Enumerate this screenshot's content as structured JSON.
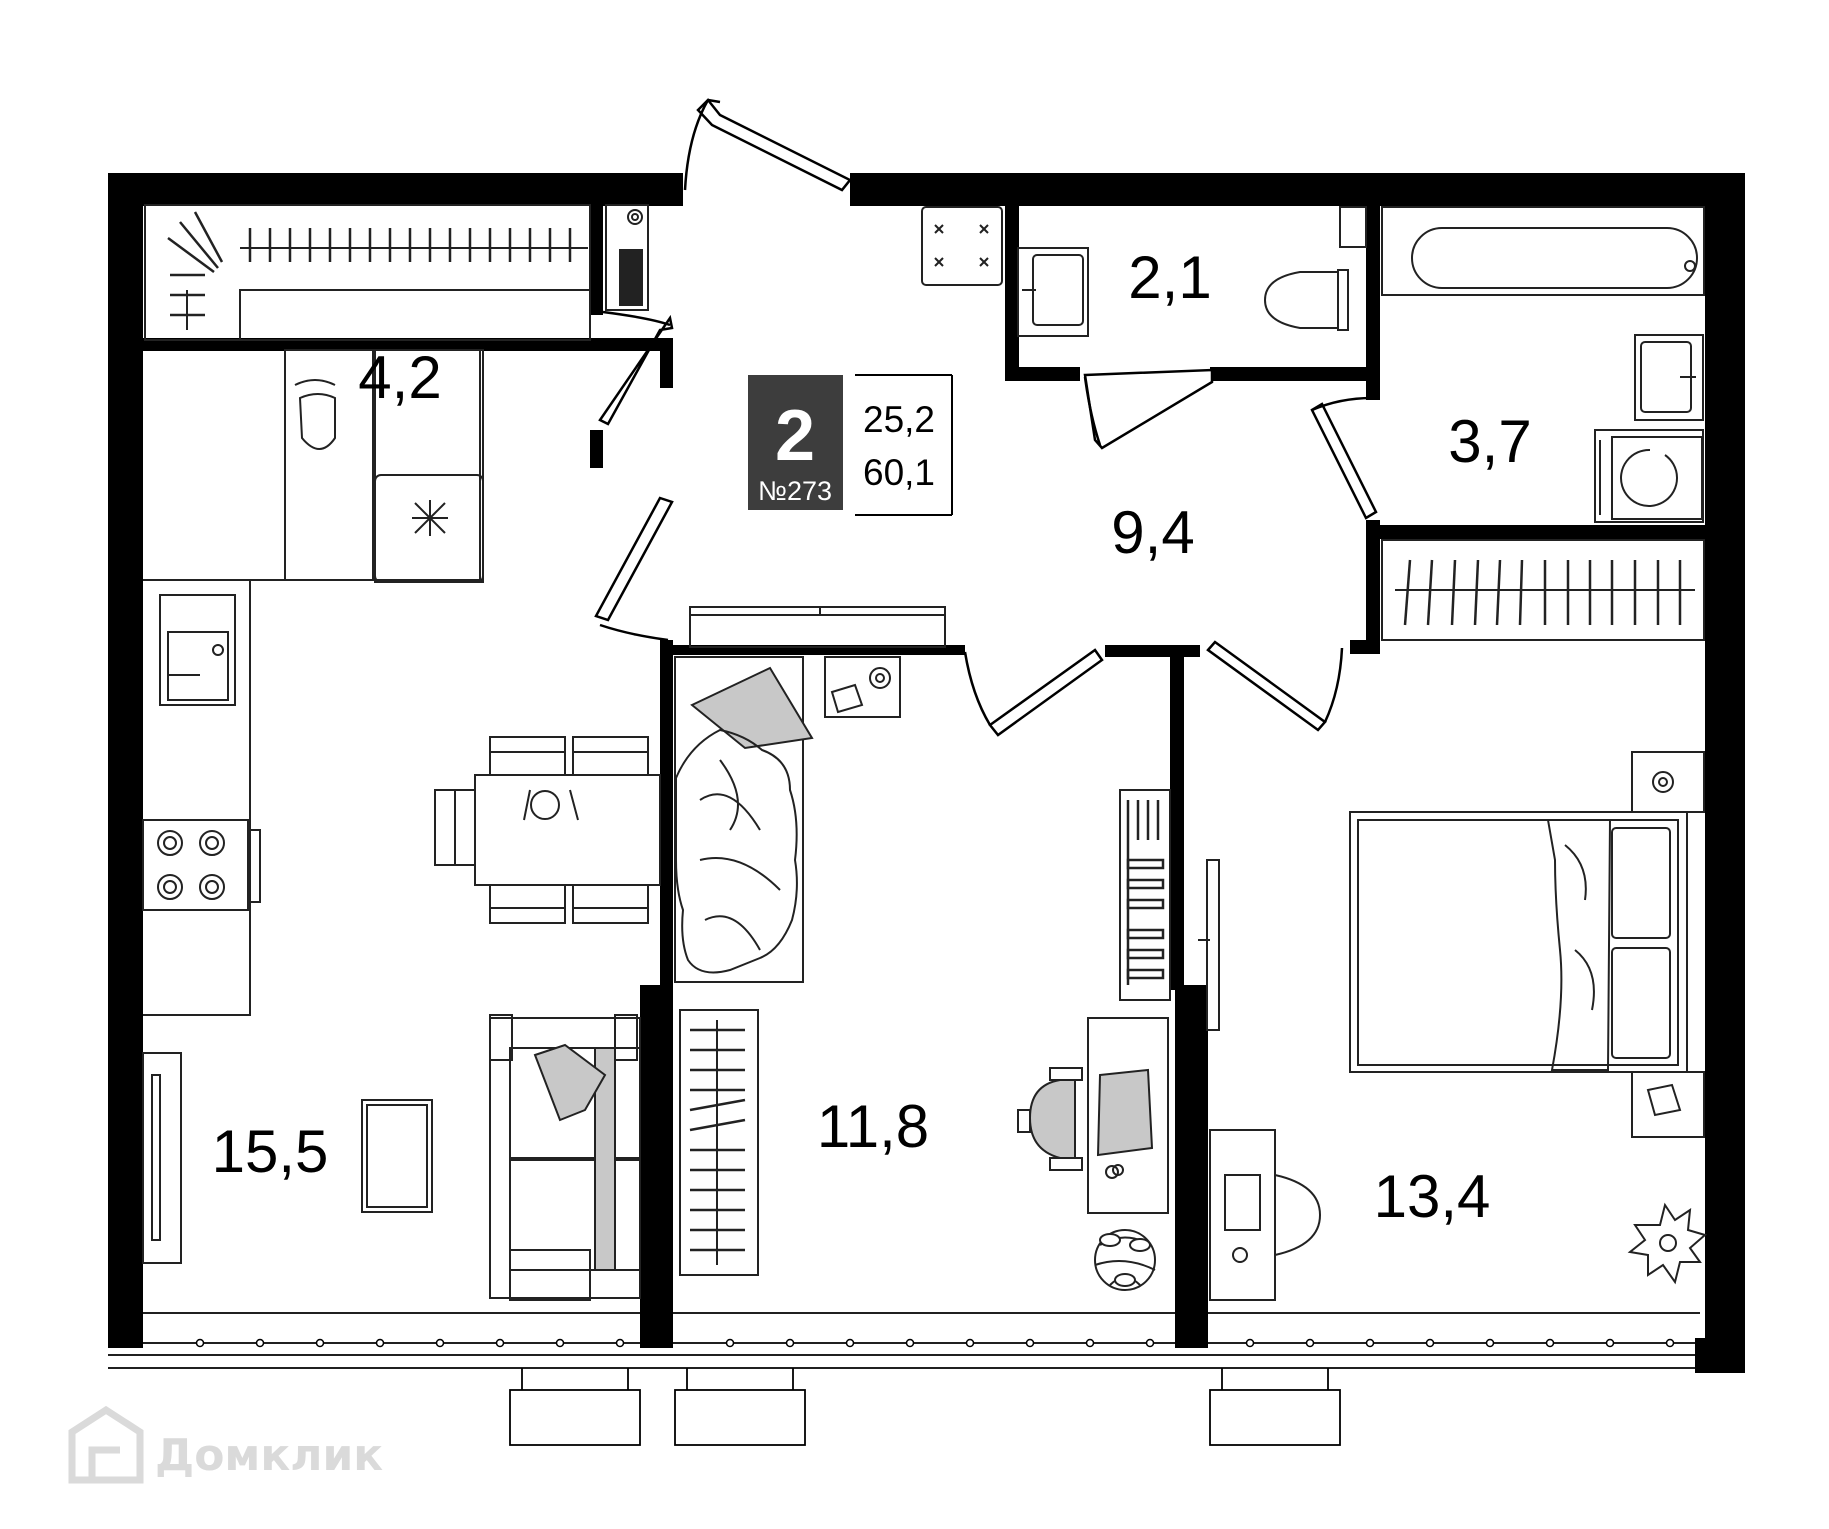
{
  "apartment": {
    "rooms_count": "2",
    "number": "№273",
    "living_area": "25,2",
    "total_area": "60,1"
  },
  "rooms": {
    "storage": "4,2",
    "wc": "2,1",
    "bathroom": "3,7",
    "hall": "9,4",
    "kitchen_living": "15,5",
    "bedroom_small": "11,8",
    "bedroom_main": "13,4"
  },
  "watermark": "Домклик",
  "colors": {
    "wall": "#000000",
    "badge": "#3d3d3d",
    "furniture_fill": "#c8c8c8",
    "line": "#222222",
    "watermark": "#dadada"
  }
}
